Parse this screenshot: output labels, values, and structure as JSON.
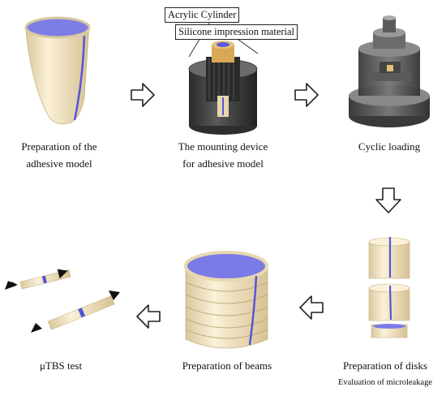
{
  "steps": {
    "step1": {
      "line1": "Preparation of the",
      "line2": "adhesive model"
    },
    "step2": {
      "line1": "The mounting device",
      "line2": "for adhesive model",
      "callout_a": "Acrylic Cylinder",
      "callout_b": "Silicone impression material"
    },
    "step3": {
      "line1": "Cyclic loading"
    },
    "step4": {
      "line1": "Preparation of disks",
      "line2": "Evaluation of microleakage"
    },
    "step5": {
      "line1": "Preparation of beams"
    },
    "step6": {
      "line1": "μTBS test"
    }
  },
  "colors": {
    "tooth": "#f3e6c4",
    "resin": "#7b7be8",
    "device": "#3c3c3c",
    "arrow_outline": "#222222"
  },
  "icons": [
    "arrow-right-icon",
    "arrow-down-icon",
    "arrow-left-icon"
  ]
}
